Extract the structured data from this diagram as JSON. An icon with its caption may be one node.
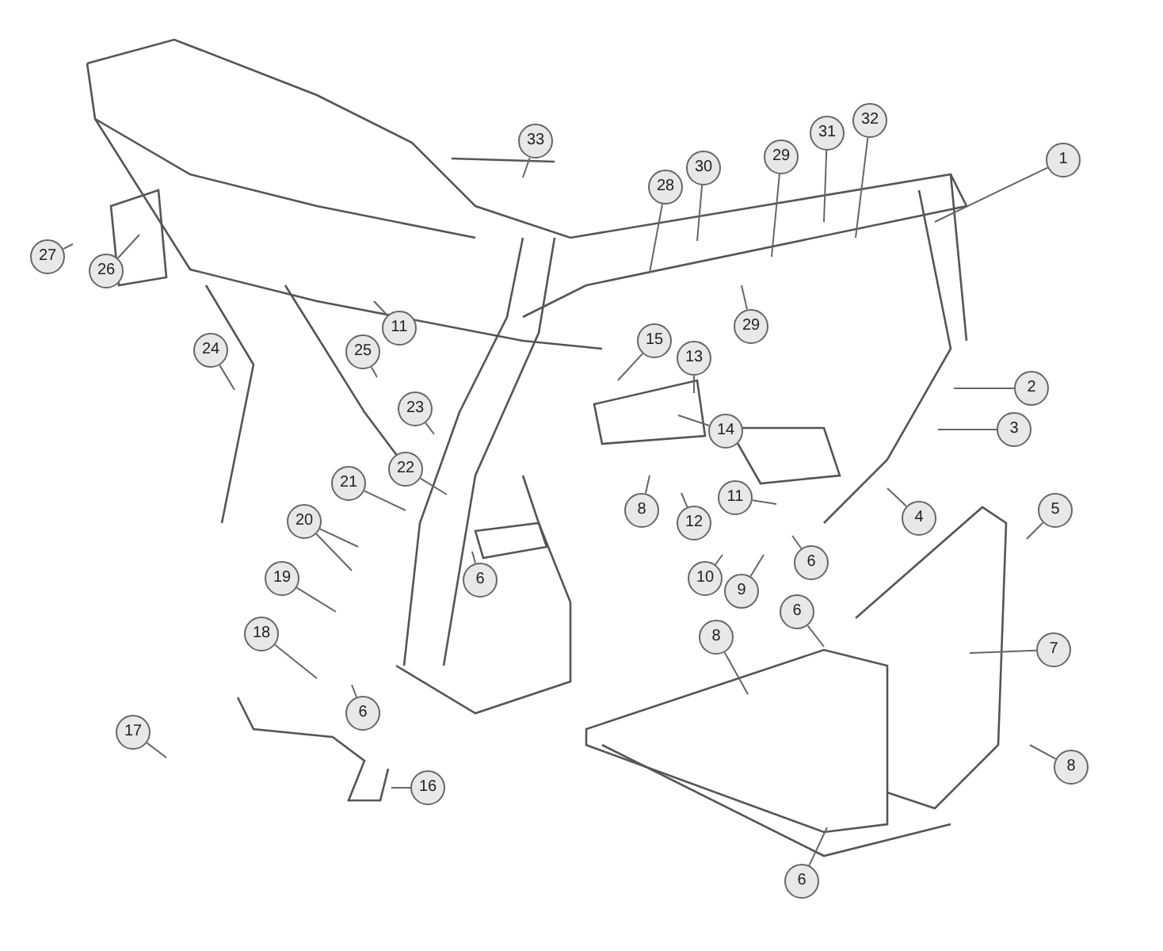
{
  "diagram": {
    "nodes": [
      {
        "text": [
          "1"
        ]
      },
      {
        "text": [
          "2"
        ]
      },
      {
        "text": [
          "3"
        ]
      },
      {
        "text": [
          "4"
        ]
      },
      {
        "text": [
          "5"
        ]
      },
      {
        "text": [
          "6"
        ]
      },
      {
        "text": [
          "6"
        ]
      },
      {
        "text": [
          "6"
        ]
      },
      {
        "text": [
          "6"
        ]
      },
      {
        "text": [
          "6"
        ]
      },
      {
        "text": [
          "7"
        ]
      },
      {
        "text": [
          "8"
        ]
      },
      {
        "text": [
          "8"
        ]
      },
      {
        "text": [
          "8"
        ]
      },
      {
        "text": [
          "9"
        ]
      },
      {
        "text": [
          "10"
        ]
      },
      {
        "text": [
          "11"
        ]
      },
      {
        "text": [
          "11"
        ]
      },
      {
        "text": [
          "12"
        ]
      },
      {
        "text": [
          "13"
        ]
      },
      {
        "text": [
          "14"
        ]
      },
      {
        "text": [
          "15"
        ]
      },
      {
        "text": [
          "16"
        ]
      },
      {
        "text": [
          "17"
        ]
      },
      {
        "text": [
          "18"
        ]
      },
      {
        "text": [
          "19"
        ]
      },
      {
        "text": [
          "20"
        ]
      },
      {
        "text": [
          "21"
        ]
      },
      {
        "text": [
          "22"
        ]
      },
      {
        "text": [
          "23"
        ]
      },
      {
        "text": [
          "24"
        ]
      },
      {
        "text": [
          "25"
        ]
      },
      {
        "text": [
          "26"
        ]
      },
      {
        "text": [
          "27"
        ]
      },
      {
        "text": [
          "28"
        ]
      },
      {
        "text": [
          "29"
        ]
      },
      {
        "text": [
          "29"
        ]
      },
      {
        "text": [
          "30"
        ]
      },
      {
        "text": [
          "31"
        ]
      },
      {
        "text": [
          "32"
        ]
      },
      {
        "text": [
          "33"
        ]
      }
    ],
    "edges": [
      {
        "from": 0,
        "to": null,
        "arrow": "none"
      },
      {
        "from": 1,
        "to": null,
        "arrow": "none"
      },
      {
        "from": 2,
        "to": null,
        "arrow": "none"
      },
      {
        "from": 3,
        "to": null,
        "arrow": "none"
      },
      {
        "from": 4,
        "to": null,
        "arrow": "none"
      },
      {
        "from": 5,
        "to": null,
        "arrow": "none"
      },
      {
        "from": 6,
        "to": null,
        "arrow": "none"
      },
      {
        "from": 7,
        "to": null,
        "arrow": "none"
      },
      {
        "from": 8,
        "to": null,
        "arrow": "none"
      },
      {
        "from": 9,
        "to": null,
        "arrow": "none"
      },
      {
        "from": 10,
        "to": null,
        "arrow": "none"
      },
      {
        "from": 11,
        "to": null,
        "arrow": "none"
      },
      {
        "from": 12,
        "to": null,
        "arrow": "none"
      },
      {
        "from": 13,
        "to": null,
        "arrow": "none"
      },
      {
        "from": 14,
        "to": null,
        "arrow": "none"
      },
      {
        "from": 15,
        "to": null,
        "arrow": "none"
      },
      {
        "from": 16,
        "to": null,
        "arrow": "none"
      },
      {
        "from": 17,
        "to": null,
        "arrow": "none"
      },
      {
        "from": 18,
        "to": null,
        "arrow": "none"
      },
      {
        "from": 19,
        "to": null,
        "arrow": "none"
      },
      {
        "from": 20,
        "to": null,
        "arrow": "none"
      },
      {
        "from": 21,
        "to": null,
        "arrow": "none"
      },
      {
        "from": 22,
        "to": null,
        "arrow": "none"
      },
      {
        "from": 23,
        "to": null,
        "arrow": "none"
      },
      {
        "from": 24,
        "to": null,
        "arrow": "none"
      },
      {
        "from": 25,
        "to": null,
        "arrow": "none"
      },
      {
        "from": 26,
        "to": null,
        "arrow": "none"
      },
      {
        "from": 26,
        "to": null,
        "arrow": "none"
      },
      {
        "from": 27,
        "to": null,
        "arrow": "none"
      },
      {
        "from": 28,
        "to": null,
        "arrow": "none"
      },
      {
        "from": 29,
        "to": null,
        "arrow": "none"
      },
      {
        "from": 30,
        "to": null,
        "arrow": "none"
      },
      {
        "from": 31,
        "to": null,
        "arrow": "none"
      },
      {
        "from": 32,
        "to": null,
        "arrow": "none"
      },
      {
        "from": 33,
        "to": null,
        "arrow": "none"
      },
      {
        "from": 34,
        "to": null,
        "arrow": "none"
      },
      {
        "from": 35,
        "to": null,
        "arrow": "none"
      },
      {
        "from": 36,
        "to": null,
        "arrow": "none"
      },
      {
        "from": 37,
        "to": null,
        "arrow": "none"
      },
      {
        "from": 38,
        "to": null,
        "arrow": "none"
      },
      {
        "from": 39,
        "to": null,
        "arrow": "none"
      },
      {
        "from": 40,
        "to": null,
        "arrow": "none"
      }
    ]
  }
}
